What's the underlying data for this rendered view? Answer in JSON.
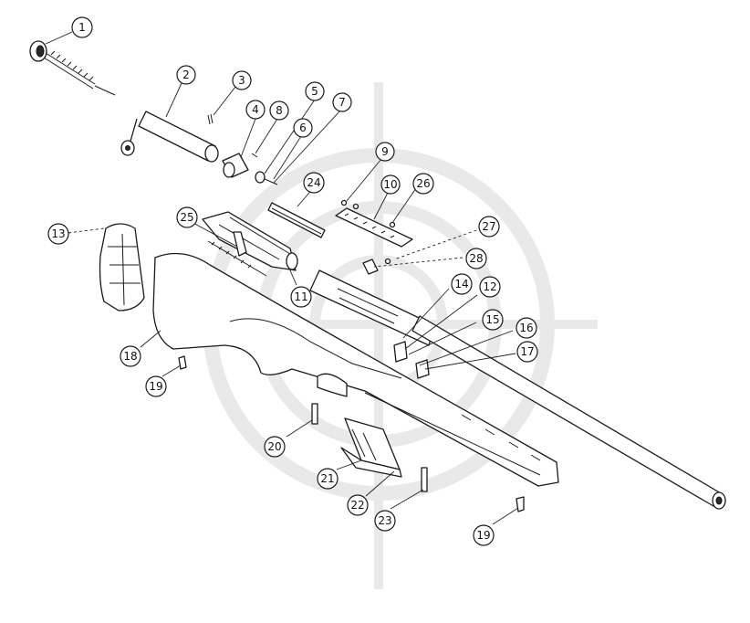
{
  "callouts": [
    {
      "id": "c1",
      "label": "1"
    },
    {
      "id": "c2",
      "label": "2"
    },
    {
      "id": "c3",
      "label": "3"
    },
    {
      "id": "c4",
      "label": "4"
    },
    {
      "id": "c5",
      "label": "5"
    },
    {
      "id": "c6",
      "label": "6"
    },
    {
      "id": "c7",
      "label": "7"
    },
    {
      "id": "c8",
      "label": "8"
    },
    {
      "id": "c9",
      "label": "9"
    },
    {
      "id": "c10",
      "label": "10"
    },
    {
      "id": "c11",
      "label": "11"
    },
    {
      "id": "c12",
      "label": "12"
    },
    {
      "id": "c13",
      "label": "13"
    },
    {
      "id": "c14",
      "label": "14"
    },
    {
      "id": "c15",
      "label": "15"
    },
    {
      "id": "c16",
      "label": "16"
    },
    {
      "id": "c17",
      "label": "17"
    },
    {
      "id": "c18",
      "label": "18"
    },
    {
      "id": "c19a",
      "label": "19"
    },
    {
      "id": "c19b",
      "label": "19"
    },
    {
      "id": "c20",
      "label": "20"
    },
    {
      "id": "c21",
      "label": "21"
    },
    {
      "id": "c22",
      "label": "22"
    },
    {
      "id": "c23",
      "label": "23"
    },
    {
      "id": "c24",
      "label": "24"
    },
    {
      "id": "c25",
      "label": "25"
    },
    {
      "id": "c26",
      "label": "26"
    },
    {
      "id": "c27",
      "label": "27"
    },
    {
      "id": "c28",
      "label": "28"
    }
  ],
  "colors": {
    "line": "#1a1a1a",
    "watermark": "#e9e9e9",
    "background": "#ffffff"
  }
}
